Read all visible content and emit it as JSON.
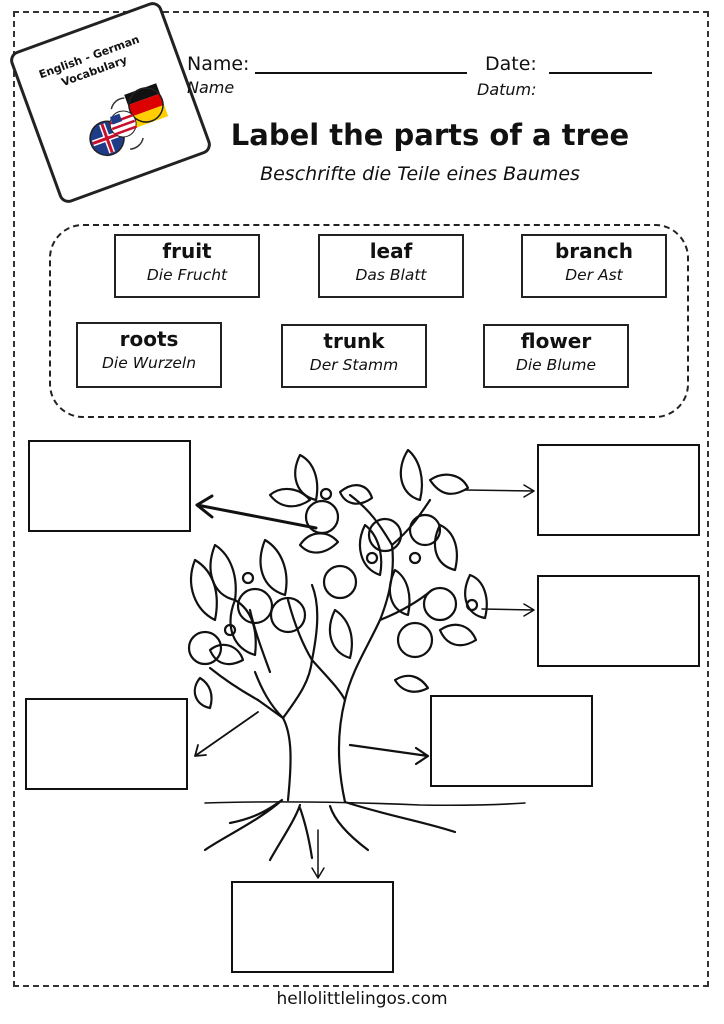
{
  "logo": {
    "line1": "English - German",
    "line2": "Vocabulary"
  },
  "header": {
    "name_label": "Name:",
    "name_sub": "Name",
    "date_label": "Date:",
    "date_sub": "Datum:"
  },
  "title": "Label the parts of a tree",
  "subtitle": "Beschrifte die Teile eines Baumes",
  "word_bank": [
    {
      "en": "fruit",
      "de": "Die Frucht"
    },
    {
      "en": "leaf",
      "de": "Das Blatt"
    },
    {
      "en": "branch",
      "de": "Der Ast"
    },
    {
      "en": "roots",
      "de": "Die Wurzeln"
    },
    {
      "en": "trunk",
      "de": "Der Stamm"
    },
    {
      "en": "flower",
      "de": "Die Blume"
    }
  ],
  "footer": "hellolittlelingos.com",
  "colors": {
    "line": "#111111",
    "flag_red": "#dd0000",
    "flag_gold": "#ffce00",
    "flag_blue": "#1f3c88"
  }
}
